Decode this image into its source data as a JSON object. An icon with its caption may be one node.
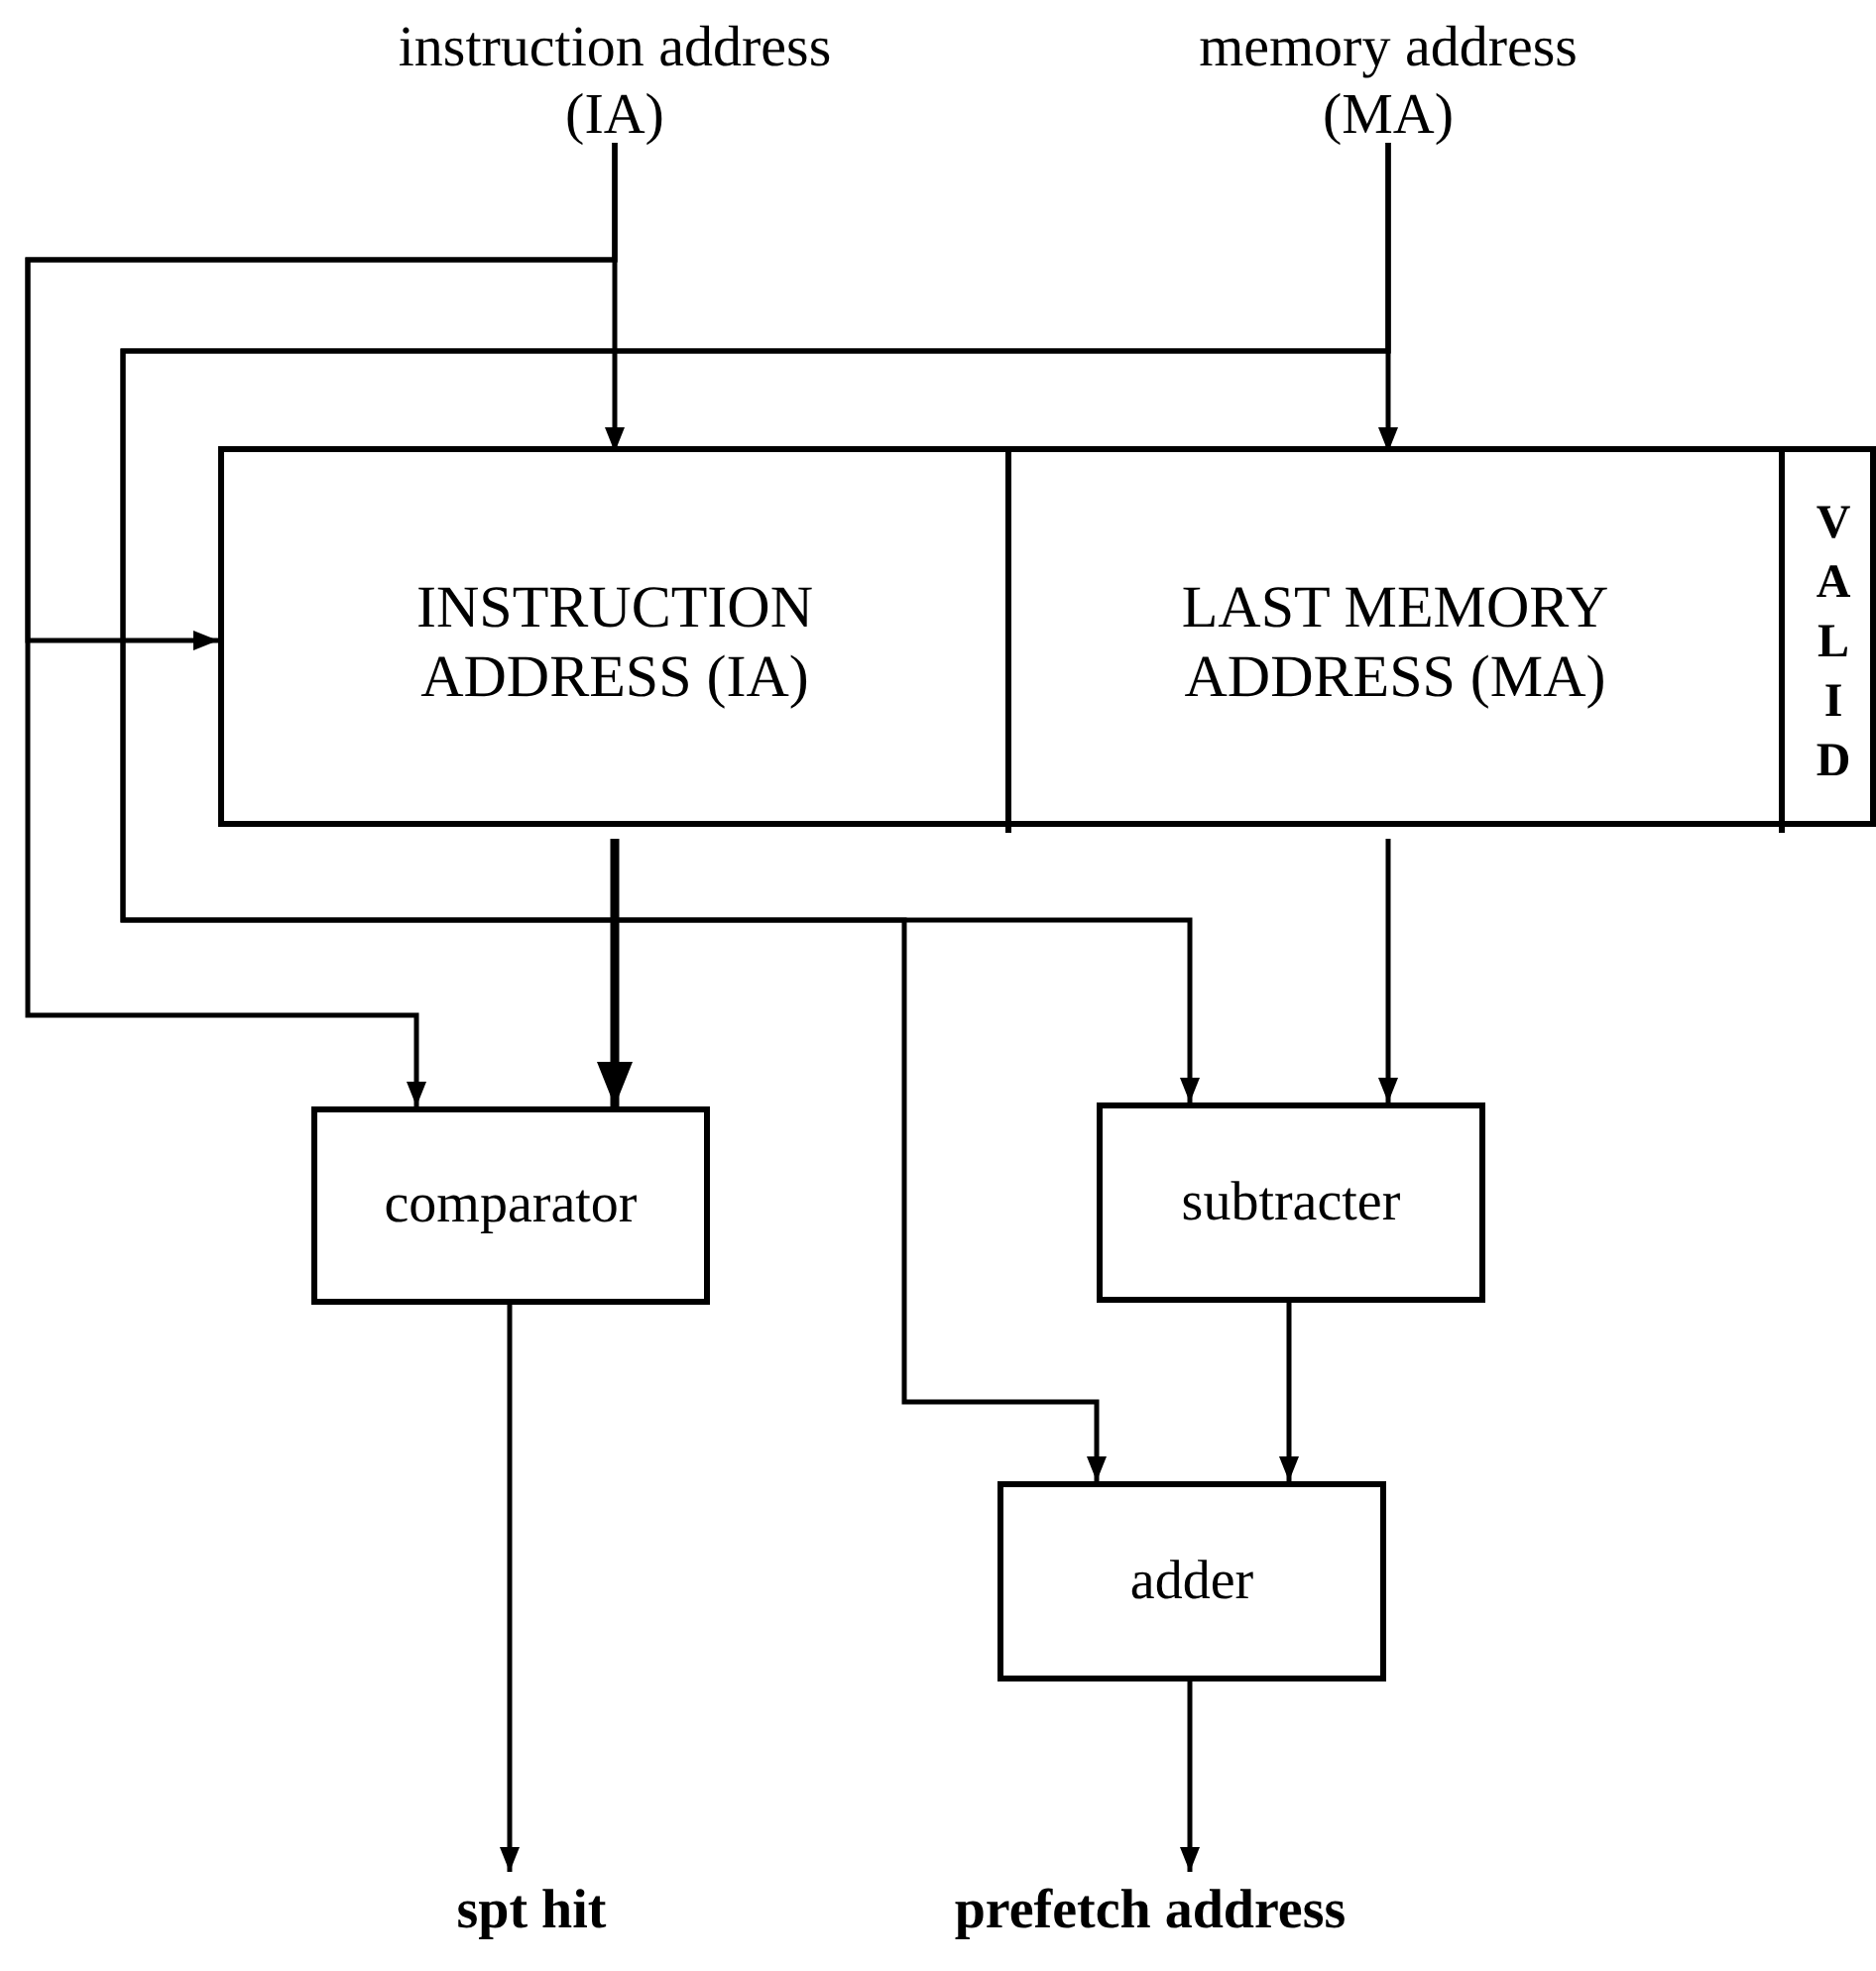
{
  "diagram": {
    "nodes": [
      {
        "text": [
          "instruction address (IA)"
        ]
      },
      {
        "text": [
          "memory address (MA)"
        ]
      },
      {
        "text": [],
        "shape": "box"
      },
      {
        "text": [
          "INSTRUCTION ADDRESS (IA)"
        ],
        "in": 2
      },
      {
        "text": [
          "LAST MEMORY ADDRESS (MA)"
        ],
        "in": 2
      },
      {
        "text": [
          "VALID"
        ],
        "in": 2
      },
      {
        "text": [
          "comparator"
        ]
      },
      {
        "text": [
          "subtracter"
        ]
      },
      {
        "text": [
          "adder"
        ]
      },
      {
        "text": [
          "spt hit"
        ]
      },
      {
        "text": [
          "prefetch address"
        ]
      }
    ],
    "edges": [
      {
        "from": 0,
        "to": 3,
        "arrow": "to"
      },
      {
        "from": 0,
        "to": 3,
        "arrow": "to"
      },
      {
        "from": 0,
        "to": 6,
        "arrow": "to"
      },
      {
        "from": 1,
        "to": 4,
        "arrow": "to"
      },
      {
        "from": 1,
        "to": 7,
        "arrow": "to"
      },
      {
        "from": 1,
        "to": 8,
        "arrow": "to"
      },
      {
        "from": 3,
        "to": 6,
        "arrow": "to",
        "style": "thick"
      },
      {
        "from": 4,
        "to": 7,
        "arrow": "to"
      },
      {
        "from": 7,
        "to": 8,
        "arrow": "to"
      },
      {
        "from": 6,
        "to": 9,
        "arrow": "to"
      },
      {
        "from": 8,
        "to": 10,
        "arrow": "to"
      }
    ]
  }
}
